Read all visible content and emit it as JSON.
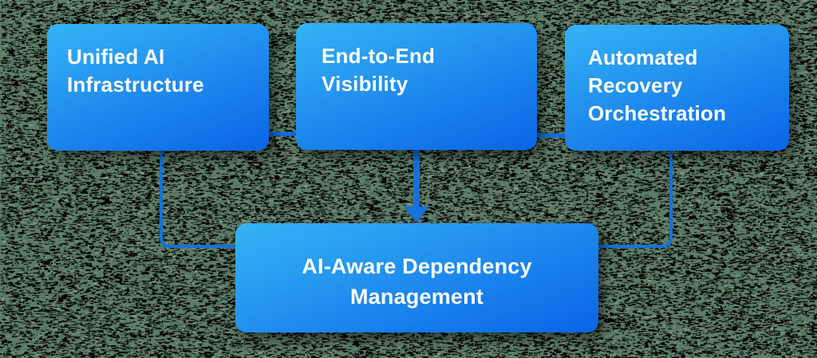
{
  "diagram": {
    "nodes": [
      {
        "id": "unified-ai-infrastructure",
        "label": "Unified AI\nInfrastructure"
      },
      {
        "id": "end-to-end-visibility",
        "label": "End-to-End\nVisibility"
      },
      {
        "id": "automated-recovery-orchestration",
        "label": "Automated\nRecovery\nOrchestration"
      },
      {
        "id": "ai-aware-dependency-management",
        "label": "AI-Aware Dependency\nManagement"
      }
    ],
    "edges": [
      {
        "from": "unified-ai-infrastructure",
        "to": "end-to-end-visibility",
        "style": "plain-horizontal"
      },
      {
        "from": "end-to-end-visibility",
        "to": "automated-recovery-orchestration",
        "style": "plain-horizontal"
      },
      {
        "from": "unified-ai-infrastructure",
        "to": "ai-aware-dependency-management",
        "style": "elbow"
      },
      {
        "from": "end-to-end-visibility",
        "to": "ai-aware-dependency-management",
        "style": "arrow-down"
      },
      {
        "from": "automated-recovery-orchestration",
        "to": "ai-aware-dependency-management",
        "style": "elbow"
      }
    ],
    "colors": {
      "box_gradient_top": "#34b4f6",
      "box_gradient_bottom": "#0a64e6",
      "connector": "#1571db",
      "short_connector": "#0e6de9",
      "text": "#ffffff",
      "background_base": "#5e7c66",
      "background_speckle": "#000000"
    }
  }
}
